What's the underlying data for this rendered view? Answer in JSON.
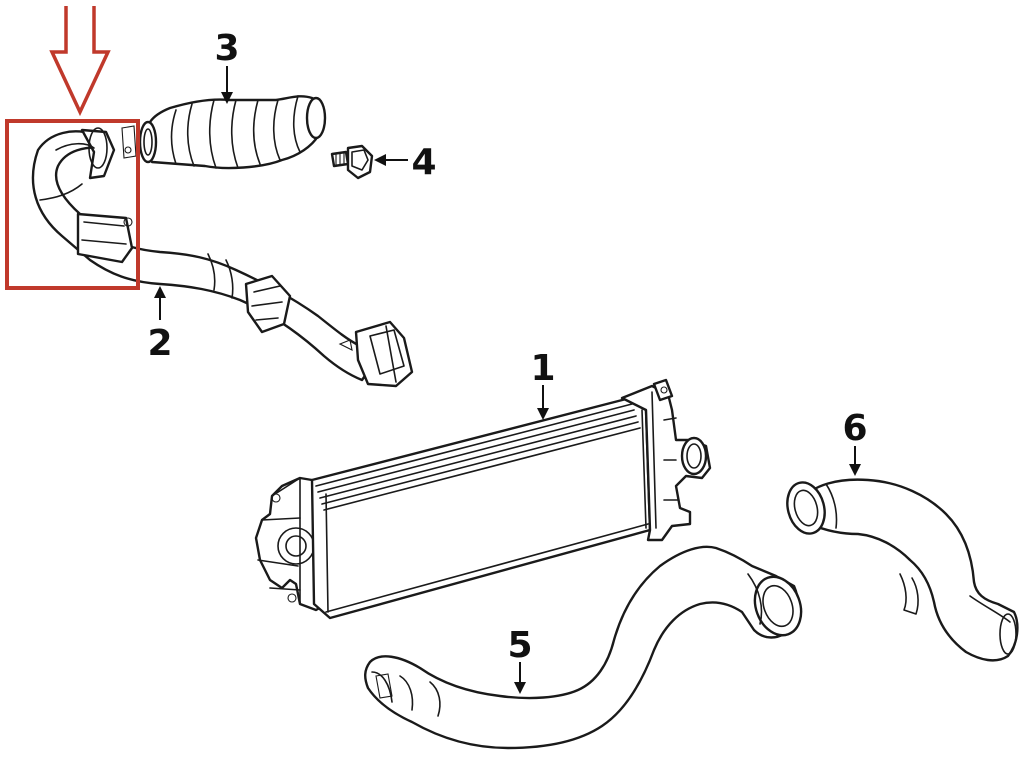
{
  "diagram": {
    "callouts": [
      {
        "id": "1",
        "label": "1"
      },
      {
        "id": "2",
        "label": "2"
      },
      {
        "id": "3",
        "label": "3"
      },
      {
        "id": "4",
        "label": "4"
      },
      {
        "id": "5",
        "label": "5"
      },
      {
        "id": "6",
        "label": "6"
      }
    ],
    "highlight": {
      "color": "#c0392b",
      "target": "2"
    }
  }
}
